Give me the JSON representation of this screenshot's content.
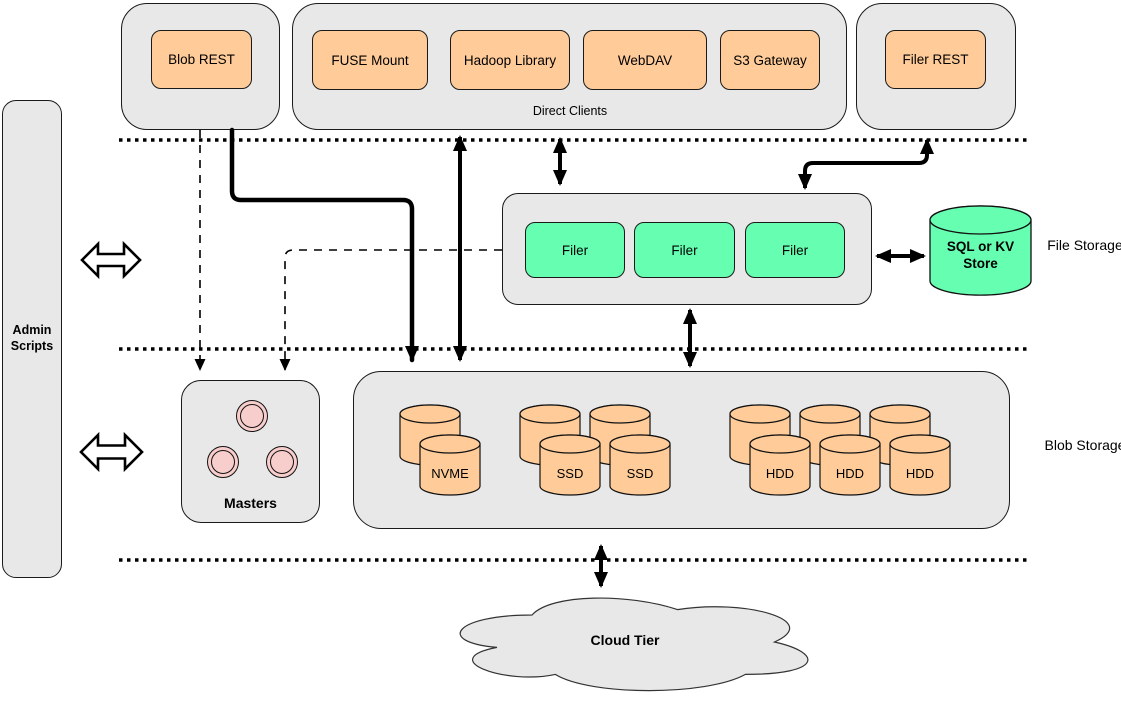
{
  "admin_scripts": {
    "label": "Admin Scripts"
  },
  "client_groups": {
    "blob_rest": {
      "label": "Blob REST"
    },
    "direct_clients": {
      "caption": "Direct Clients",
      "items": [
        "FUSE Mount",
        "Hadoop Library",
        "WebDAV",
        "S3 Gateway"
      ]
    },
    "filer_rest": {
      "label": "Filer REST"
    }
  },
  "file_storage": {
    "section_label": "File Storage",
    "filers": [
      "Filer",
      "Filer",
      "Filer"
    ],
    "store": {
      "label": "SQL or KV Store"
    }
  },
  "blob_storage": {
    "section_label": "Blob Storage",
    "masters": {
      "label": "Masters"
    },
    "volumes": {
      "nvme": [
        "NVME"
      ],
      "ssd": [
        "SSD",
        "SSD"
      ],
      "hdd": [
        "HDD",
        "HDD",
        "HDD"
      ]
    }
  },
  "cloud": {
    "label": "Cloud Tier"
  },
  "colors": {
    "client_node_fill": "#ffcc99",
    "filer_node_fill": "#66ffb2",
    "store_fill": "#66ffb2",
    "container_fill": "#e8e8e8",
    "master_node_fill": "#f8cecc",
    "cloud_fill": "#e8e8e8",
    "line": "#000000"
  }
}
